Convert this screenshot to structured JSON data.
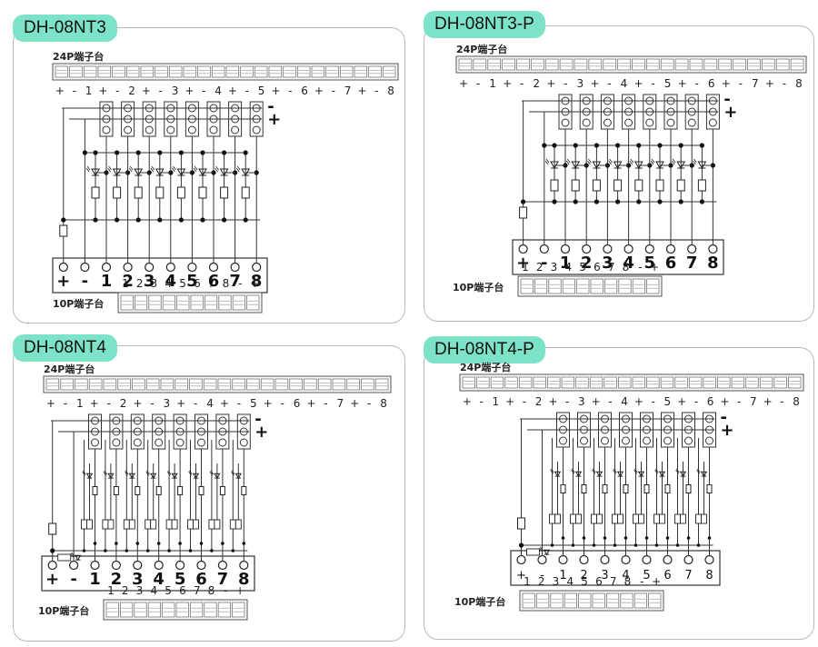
{
  "panels": [
    {
      "title": "DH-08NT3",
      "style": "nt3",
      "big_labels": true
    },
    {
      "title": "DH-08NT3-P",
      "style": "nt3",
      "big_labels": true
    },
    {
      "title": "DH-08NT4",
      "style": "nt4",
      "big_labels": true
    },
    {
      "title": "DH-08NT4-P",
      "style": "nt4",
      "big_labels": false
    }
  ],
  "labels": {
    "terminal_24p": "24P端子台",
    "terminal_10p": "10P端子台"
  },
  "top_pin_labels": [
    "+",
    "-",
    "1",
    "+",
    "-",
    "2",
    "+",
    "-",
    "3",
    "+",
    "-",
    "4",
    "+",
    "-",
    "5",
    "+",
    "-",
    "6",
    "+",
    "-",
    "7",
    "+",
    "-",
    "8"
  ],
  "bottom_pin_labels": [
    "+",
    "-",
    "1",
    "2",
    "3",
    "4",
    "5",
    "6",
    "7",
    "8"
  ],
  "tenp_pin_labels": [
    "1",
    "2",
    "3",
    "4",
    "5",
    "6",
    "7",
    "8",
    "-",
    "+"
  ],
  "rail_labels": [
    "-",
    "+"
  ],
  "colors": {
    "accent": "#7de3c8",
    "line": "#333333",
    "frame": "#b9b9b9"
  }
}
